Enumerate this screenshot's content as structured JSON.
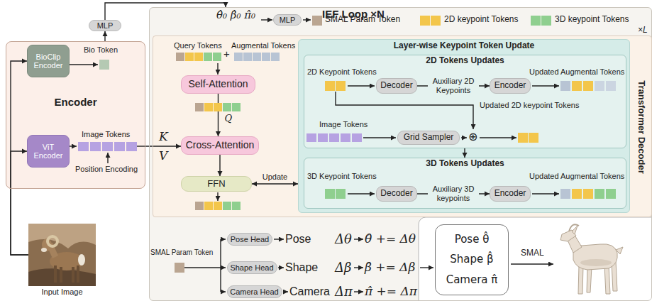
{
  "diagram": {
    "nodes": [
      {
        "text": [
          "Encoder"
        ]
      },
      {
        "text": [
          "BioClip Encoder"
        ],
        "in": 0
      },
      {
        "text": [
          "ViT Encoder"
        ],
        "in": 0
      },
      {
        "text": [
          "MLP"
        ]
      },
      {
        "text": [
          "IEF Loop ×N"
        ]
      },
      {
        "text": [
          "MLP"
        ],
        "in": 4
      },
      {
        "text": [
          "Transformer Decoder"
        ],
        "in": 4
      },
      {
        "text": [
          "Self-Attention"
        ],
        "in": 6
      },
      {
        "text": [
          "Cross-Attention"
        ],
        "in": 6
      },
      {
        "text": [
          "FFN"
        ],
        "in": 6
      },
      {
        "text": [
          "Layer-wise Keypoint Token Update"
        ],
        "in": 6
      },
      {
        "text": [
          "2D Tokens Updates"
        ],
        "in": 10
      },
      {
        "text": [
          "Decoder"
        ],
        "in": 11
      },
      {
        "text": [
          "Encoder"
        ],
        "in": 11
      },
      {
        "text": [
          "Grid Sampler"
        ],
        "in": 11
      },
      {
        "text": [
          "3D Tokens Updates"
        ],
        "in": 10
      },
      {
        "text": [
          "Decoder"
        ],
        "in": 15
      },
      {
        "text": [
          "Encoder"
        ],
        "in": 15
      },
      {
        "text": [
          "Pose Head"
        ],
        "in": 4
      },
      {
        "text": [
          "Shape Head"
        ],
        "in": 4
      },
      {
        "text": [
          "Camera Head"
        ],
        "in": 4
      },
      {
        "text": [
          "Pose θ̂",
          "Shape β̂",
          "Camera π̂"
        ],
        "in": 4
      },
      {
        "text": [
          "Input Image"
        ]
      }
    ],
    "edges": [
      {
        "from": 22,
        "to": 1,
        "arrow": "to"
      },
      {
        "from": 22,
        "to": 2,
        "arrow": "to"
      },
      {
        "from": 0,
        "to": 3,
        "arrow": "to"
      },
      {
        "from": 3,
        "to": 4,
        "arrow": "to"
      },
      {
        "from": 0,
        "to": 8,
        "arrow": "to"
      },
      {
        "from": 7,
        "to": 8,
        "label": "Q",
        "arrow": "to"
      },
      {
        "from": 8,
        "to": 9,
        "arrow": "to"
      },
      {
        "from": 9,
        "to": 10,
        "label": "Update",
        "arrow": "both"
      },
      {
        "from": 12,
        "to": 13,
        "label": "Auxiliary 2D Keypoints",
        "arrow": "to"
      },
      {
        "from": 11,
        "to": 15,
        "arrow": "to"
      },
      {
        "from": 16,
        "to": 17,
        "label": "Auxiliary 3D keypoints",
        "arrow": "to"
      }
    ],
    "labels": [
      "θ̂₀ β̂₀ π̂₀",
      "×L",
      "Bio Token",
      "Image Tokens",
      "Position Encoding",
      "K",
      "V",
      "Query Tokens",
      "Augmental Tokens",
      "+",
      "2D Keypoint Tokens",
      "Updated Augmental Tokens",
      "Updated 2D keypoint Tokens",
      "Image Tokens",
      "⊕",
      "3D Keypoint Tokens",
      "Updated Augmental Tokens",
      "Pose",
      "Δθ",
      "θ̂ += Δθ",
      "SMAL Param Token",
      "Shape",
      "Δβ",
      "β̂ += Δβ",
      "Camera",
      "Δπ",
      "π̂ += Δπ",
      "SMAL"
    ],
    "legend": [
      {
        "text": "SMAL Param Token",
        "color": "#baa591"
      },
      {
        "text": "2D keypoint Tokens",
        "color": "#f3c64b"
      },
      {
        "text": "3D keypoint Tokens",
        "color": "#8fcf8f"
      }
    ]
  }
}
